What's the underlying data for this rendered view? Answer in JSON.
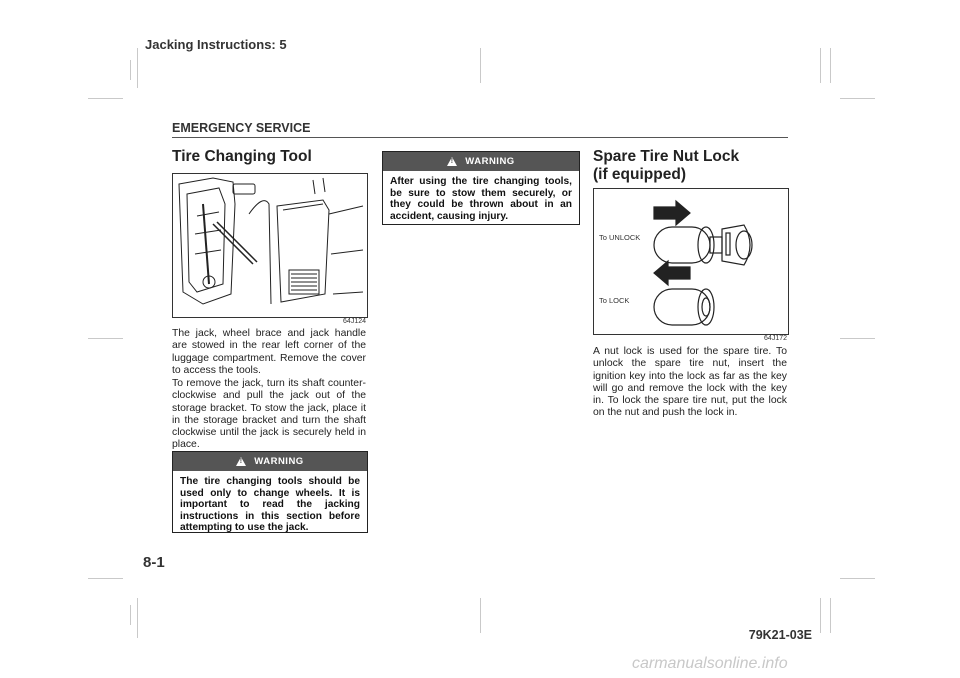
{
  "header": {
    "running_title": "Jacking Instructions: 5",
    "section": "EMERGENCY SERVICE"
  },
  "left": {
    "heading": "Tire Changing Tool",
    "figure_id": "64J124",
    "paragraphs": [
      "The jack, wheel brace and jack handle are stowed in the rear left corner of the luggage compartment. Remove the cover to access the tools.",
      "To remove the jack, turn its shaft counter-clockwise and pull the jack out of the storage bracket. To stow the jack, place it in the storage bracket and turn the shaft clockwise until the jack is securely held in place."
    ],
    "warning": {
      "title": "WARNING",
      "text": "The tire changing tools should be used only to change wheels. It is important to read the jacking instructions in this section before attempting to use the jack."
    }
  },
  "middle": {
    "warning": {
      "title": "WARNING",
      "text": "After using the tire changing tools, be sure to stow them securely, or they could be thrown about in an accident, causing injury."
    }
  },
  "right": {
    "heading_line1": "Spare Tire Nut Lock",
    "heading_line2": "(if equipped)",
    "figure_id": "64J172",
    "label_unlock": "To UNLOCK",
    "label_lock": "To LOCK",
    "paragraph": "A nut lock is used for the spare tire. To unlock the spare tire nut, insert the ignition key into the lock as far as the key will go and remove the lock with the key in. To lock the spare tire nut, put the lock on the nut and push the lock in."
  },
  "footer": {
    "page_number": "8-1",
    "doc_code": "79K21-03E",
    "watermark": "carmanualsonline.info"
  }
}
